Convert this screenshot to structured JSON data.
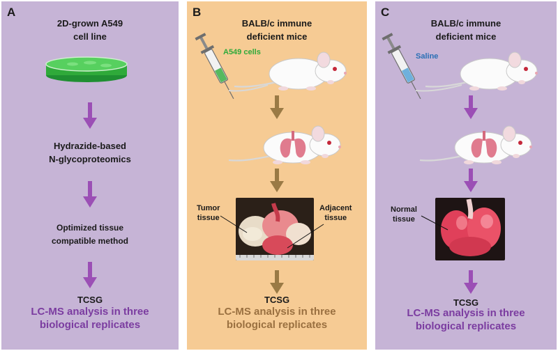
{
  "colors": {
    "panel_purple": "#c6b4d6",
    "panel_orange": "#f6cb94",
    "arrow_purple": "#9b4fb5",
    "arrow_brown": "#9a7a45",
    "text_purple": "#7b3ca0",
    "text_brown": "#9a7040",
    "dish_green": "#2faa3a"
  },
  "panel_a": {
    "letter": "A",
    "title_line1": "2D-grown A549",
    "title_line2": "cell line",
    "step2_line1": "Hydrazide-based",
    "step2_line2": "N-glycoproteomics",
    "step3_line1": "Optimized tissue",
    "step3_line2": "compatible method",
    "tcsg": "TCSG",
    "result_line1": "LC-MS analysis in three",
    "result_line2": "biological replicates"
  },
  "panel_b": {
    "letter": "B",
    "title_line1": "BALB/c immune",
    "title_line2": "deficient mice",
    "injection_label": "A549 cells",
    "tumor_label_line1": "Tumor",
    "tumor_label_line2": "tissue",
    "adjacent_label_line1": "Adjacent",
    "adjacent_label_line2": "tissue",
    "tcsg": "TCSG",
    "result_line1": "LC-MS analysis in three",
    "result_line2": "biological replicates"
  },
  "panel_c": {
    "letter": "C",
    "title_line1": "BALB/c immune",
    "title_line2": "deficient mice",
    "injection_label": "Saline",
    "normal_label_line1": "Normal",
    "normal_label_line2": "tissue",
    "tcsg": "TCSG",
    "result_line1": "LC-MS analysis in three",
    "result_line2": "biological replicates"
  }
}
